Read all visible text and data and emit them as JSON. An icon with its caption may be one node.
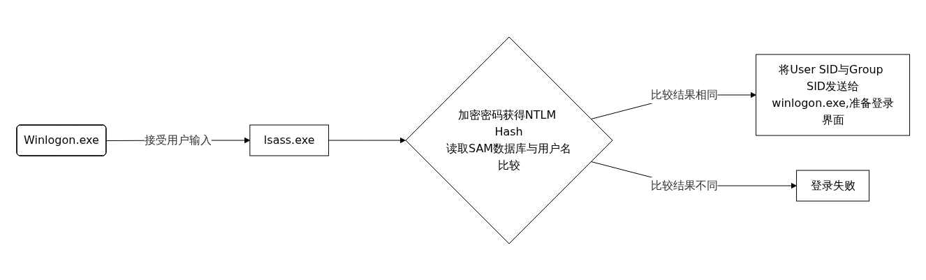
{
  "diagram": {
    "nodes": [
      {
        "text": [
          "Winlogon.exe"
        ]
      },
      {
        "text": [
          "lsass.exe"
        ]
      },
      {
        "text": [
          "加密密码获得NTLM Hash",
          "读取SAM数据库与用户名比较"
        ]
      },
      {
        "text": [
          "将User SID与Group SID发送给winlogon.exe,准备登录界面"
        ]
      },
      {
        "text": [
          "登录失败"
        ]
      }
    ],
    "edges": [
      {
        "from": 0,
        "to": 1,
        "arrow": "to",
        "label": "接受用户输入"
      },
      {
        "from": 1,
        "to": 2,
        "arrow": "to"
      },
      {
        "from": 2,
        "to": 3,
        "arrow": "to",
        "label": "比较结果相同"
      },
      {
        "from": 2,
        "to": 4,
        "arrow": "to",
        "label": "比较结果不同"
      }
    ]
  }
}
